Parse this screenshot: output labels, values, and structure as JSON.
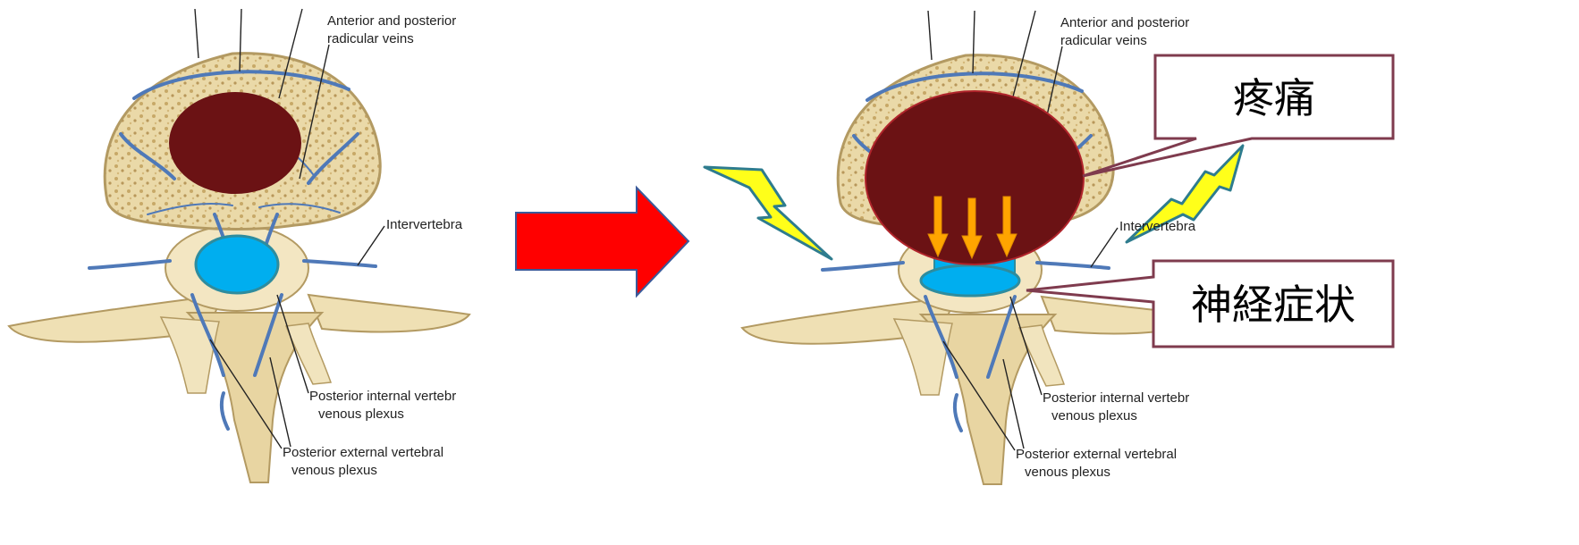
{
  "left_panel": {
    "labels": {
      "radicular_1": "Anterior and posterior",
      "radicular_2": "radicular veins",
      "intervertebral": "Intervertebra",
      "internal_1": "Posterior internal vertebr",
      "internal_2": "venous plexus",
      "external_1": "Posterior external vertebral",
      "external_2": "venous plexus"
    }
  },
  "right_panel": {
    "labels": {
      "radicular_1": "Anterior and posterior",
      "radicular_2": "radicular veins",
      "intervertebral": "Intervertebra",
      "internal_1": "Posterior internal vertebr",
      "internal_2": "venous plexus",
      "external_1": "Posterior external vertebral",
      "external_2": "venous plexus"
    },
    "callouts": {
      "pain": "疼痛",
      "neuro": "神経症状"
    }
  },
  "colors": {
    "bone": "#EAD9A8",
    "bone_edge": "#B39A62",
    "vein": "#4F79B8",
    "mass": "#6B1214",
    "nerve": "#00AEEF",
    "arrow_red": "#FF0000",
    "arrow_orange": "#FFA500",
    "lightning": "#FFFF1A",
    "callout_border": "#7F3B4E"
  }
}
